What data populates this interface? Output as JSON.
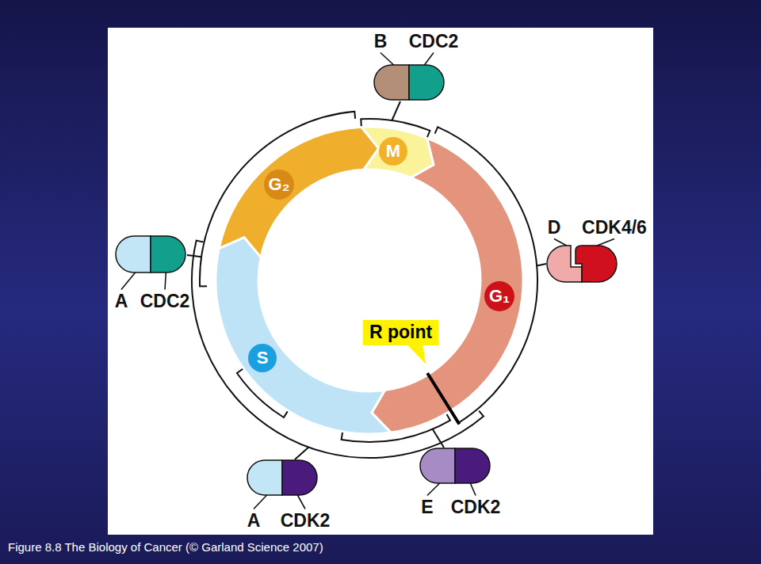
{
  "diagram": {
    "caption": "Figure 8.8 The Biology of Cancer (© Garland Science 2007)",
    "nodes": [
      {
        "text": [
          "B",
          "CDC2"
        ]
      },
      {
        "text": [
          "M"
        ]
      },
      {
        "text": [
          "G₂"
        ]
      },
      {
        "text": [
          "D",
          "CDK4/6"
        ]
      },
      {
        "text": [
          "A",
          "CDC2"
        ]
      },
      {
        "text": [
          "G₁"
        ]
      },
      {
        "text": [
          "R point"
        ]
      },
      {
        "text": [
          "S"
        ]
      },
      {
        "text": [
          "E",
          "CDK2"
        ]
      },
      {
        "text": [
          "A",
          "CDK2"
        ]
      }
    ]
  }
}
